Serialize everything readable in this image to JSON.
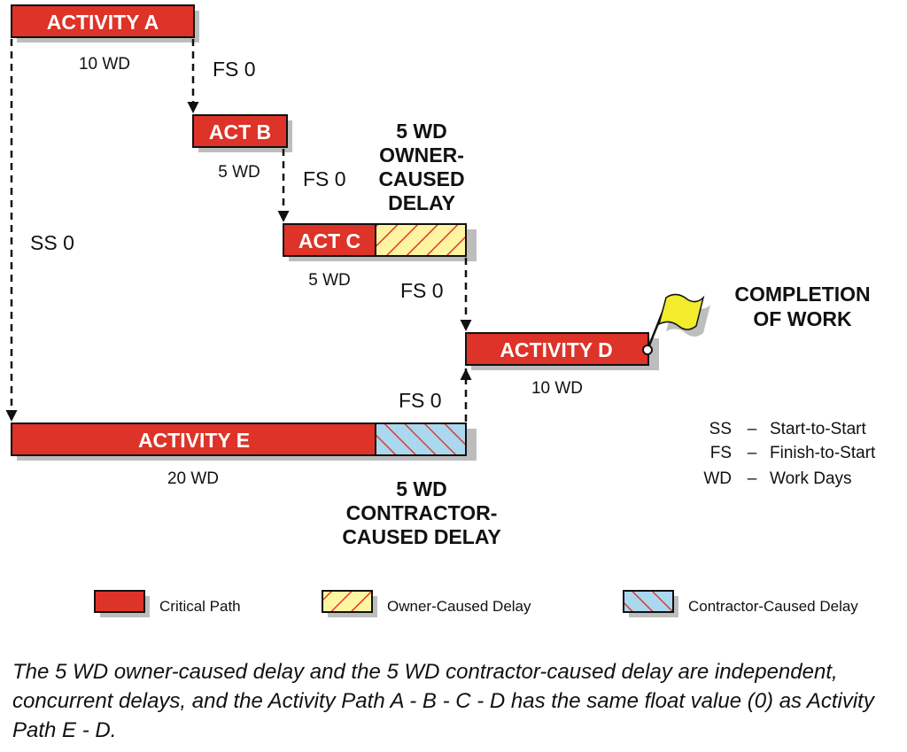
{
  "colors": {
    "critical": "#dd3328",
    "owner_delay_fill": "#fff4a0",
    "owner_delay_stripe": "#e03a2e",
    "contractor_delay_fill": "#a9d8ef",
    "contractor_delay_stripe": "#e03a2e",
    "shadow": "#bdbdbd",
    "flag": "#f2ec2c"
  },
  "activities": {
    "a": {
      "label": "ACTIVITY A",
      "duration": "10 WD"
    },
    "b": {
      "label": "ACT B",
      "duration": "5 WD"
    },
    "c": {
      "label": "ACT C",
      "duration": "5 WD"
    },
    "d": {
      "label": "ACTIVITY D",
      "duration": "10 WD"
    },
    "e": {
      "label": "ACTIVITY E",
      "duration": "20 WD"
    }
  },
  "relationships": {
    "a_b": "FS 0",
    "b_c": "FS 0",
    "c_d": "FS 0",
    "e_d": "FS 0",
    "a_e": "SS 0"
  },
  "callouts": {
    "owner": [
      "5 WD",
      "OWNER-",
      "CAUSED",
      "DELAY"
    ],
    "contractor": [
      "5 WD",
      "CONTRACTOR-",
      "CAUSED DELAY"
    ],
    "completion": [
      "COMPLETION",
      "OF WORK"
    ]
  },
  "abbreviations": [
    {
      "abbr": "SS",
      "dash": "–",
      "meaning": "Start-to-Start"
    },
    {
      "abbr": "FS",
      "dash": "–",
      "meaning": "Finish-to-Start"
    },
    {
      "abbr": "WD",
      "dash": "–",
      "meaning": "Work Days"
    }
  ],
  "legend": {
    "critical": "Critical Path",
    "owner": "Owner-Caused Delay",
    "contractor": "Contractor-Caused Delay"
  },
  "caption": "The 5 WD owner-caused delay and the 5 WD contractor-caused delay are independent, concurrent delays, and the Activity Path A - B - C - D has the same float value (0) as Activity Path E - D."
}
